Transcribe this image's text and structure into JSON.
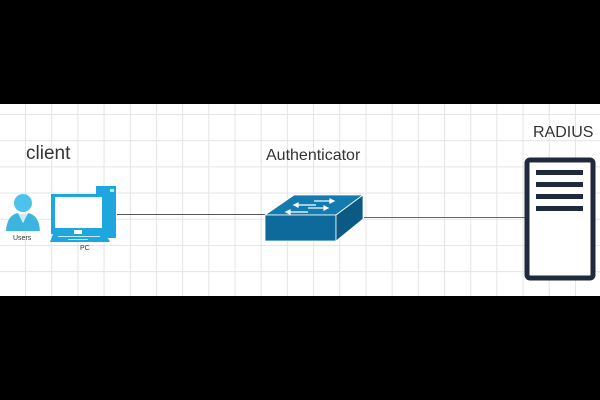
{
  "diagram": {
    "nodes": [
      {
        "id": "users",
        "label": "Users",
        "icon": "user-icon",
        "color": "#3bb5e0"
      },
      {
        "id": "pc",
        "label": "PC",
        "icon": "desktop-computer-icon",
        "color": "#1ea7df"
      },
      {
        "id": "switch",
        "label": "Authenticator",
        "icon": "network-switch-icon",
        "color": "#0e6a9a"
      },
      {
        "id": "server",
        "label": "RADIUS",
        "icon": "server-icon",
        "color": "#1f2a3c"
      }
    ],
    "groups": [
      {
        "id": "client",
        "label": "client"
      }
    ],
    "edges": [
      {
        "from": "pc",
        "to": "switch"
      },
      {
        "from": "switch",
        "to": "server"
      }
    ]
  }
}
